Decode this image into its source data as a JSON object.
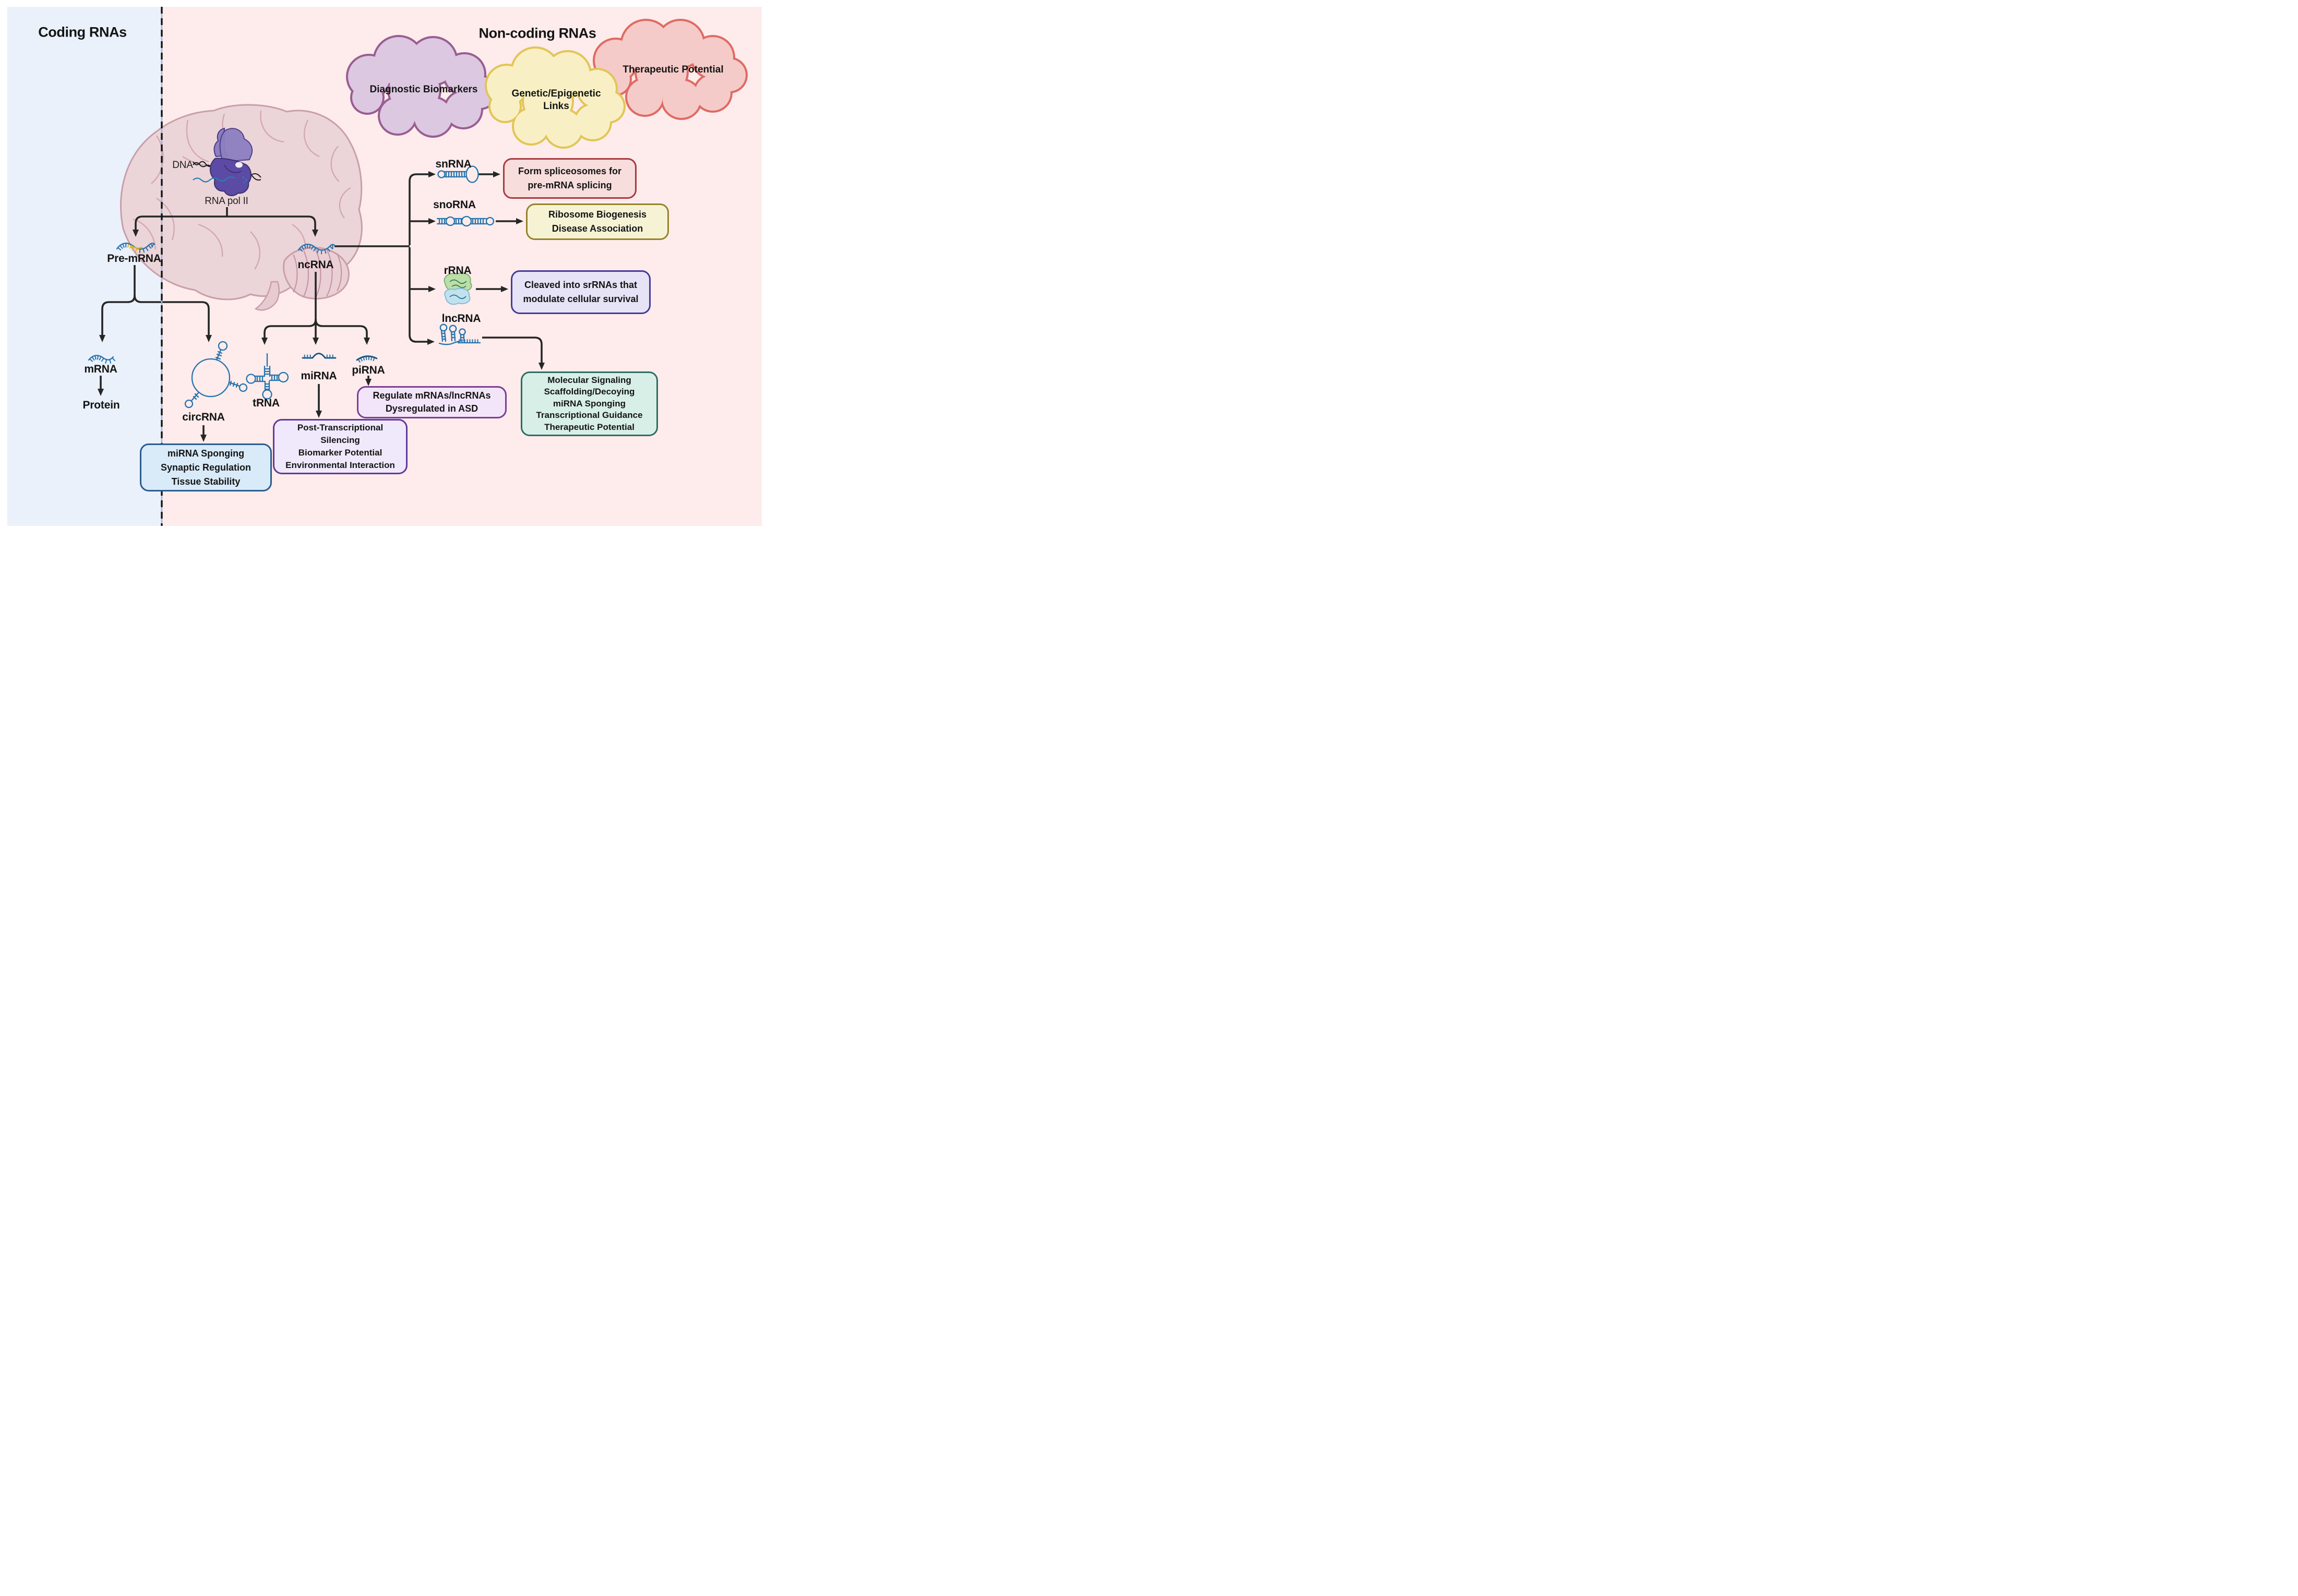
{
  "titles": {
    "coding": "Coding RNAs",
    "noncoding": "Non-coding RNAs"
  },
  "clouds": {
    "diagnostic": {
      "lines": [
        "Diagnostic Biomarkers"
      ],
      "fill": "#dcc8e1",
      "border": "#9a5d92"
    },
    "genetic": {
      "lines": [
        "Genetic/Epigenetic",
        "Links"
      ],
      "fill": "#f8f0c4",
      "border": "#e2c556"
    },
    "therapeutic": {
      "lines": [
        "Therapeutic Potential"
      ],
      "fill": "#f4cbc8",
      "border": "#e06a63"
    }
  },
  "brain": {
    "dna": "DNA",
    "rna_pol": "RNA pol II"
  },
  "nodes": {
    "pre_mrna": "Pre-mRNA",
    "mrna": "mRNA",
    "protein": "Protein",
    "circrna": "circRNA",
    "ncrna": "ncRNA",
    "trna": "tRNA",
    "mirna": "miRNA",
    "pirna": "piRNA",
    "snrna": "snRNA",
    "snorna": "snoRNA",
    "rrna": "rRNA",
    "lncrna": "lncRNA"
  },
  "boxes": {
    "snrna": {
      "lines": [
        "Form spliceosomes for",
        "pre-mRNA splicing"
      ],
      "fill": "#f8dddd",
      "border": "#a93a40"
    },
    "snorna": {
      "lines": [
        "Ribosome Biogenesis",
        "Disease Association"
      ],
      "fill": "#f6f3d5",
      "border": "#97832a"
    },
    "rrna": {
      "lines": [
        "Cleaved into srRNAs that",
        "modulate cellular survival"
      ],
      "fill": "#e7e3f6",
      "border": "#463c9b"
    },
    "lncrna": {
      "lines": [
        "Molecular Signaling",
        "Scaffolding/Decoying",
        "miRNA Sponging",
        "Transcriptional Guidance",
        "Therapeutic Potential"
      ],
      "fill": "#d8efe8",
      "border": "#2e6e62"
    },
    "pirna": {
      "lines": [
        "Regulate mRNAs/lncRNAs",
        "Dysregulated in ASD"
      ],
      "fill": "#f3e5f9",
      "border": "#7b3f97"
    },
    "mirna": {
      "lines": [
        "Post-Transcriptional",
        "Silencing",
        "Biomarker Potential",
        "Environmental Interaction"
      ],
      "fill": "#efe9fb",
      "border": "#63399b"
    },
    "circrna": {
      "lines": [
        "miRNA Sponging",
        "Synaptic Regulation",
        "Tissue Stability"
      ],
      "fill": "#d9eaf9",
      "border": "#2b5d90"
    }
  },
  "colors": {
    "coding_bg": "#eaf1fb",
    "noncoding_bg": "#fdeceb",
    "divider": "#1a1a1a",
    "arrow": "#262626",
    "rna_blue": "#2673ae",
    "rna_dark_blue": "#16527e",
    "rna_yellow": "#e3b219",
    "brain_fill": "#ecd5d8",
    "brain_outline": "#c89fab",
    "polii_light": "#8d7fc0",
    "polii_dark": "#5b4ba5"
  }
}
